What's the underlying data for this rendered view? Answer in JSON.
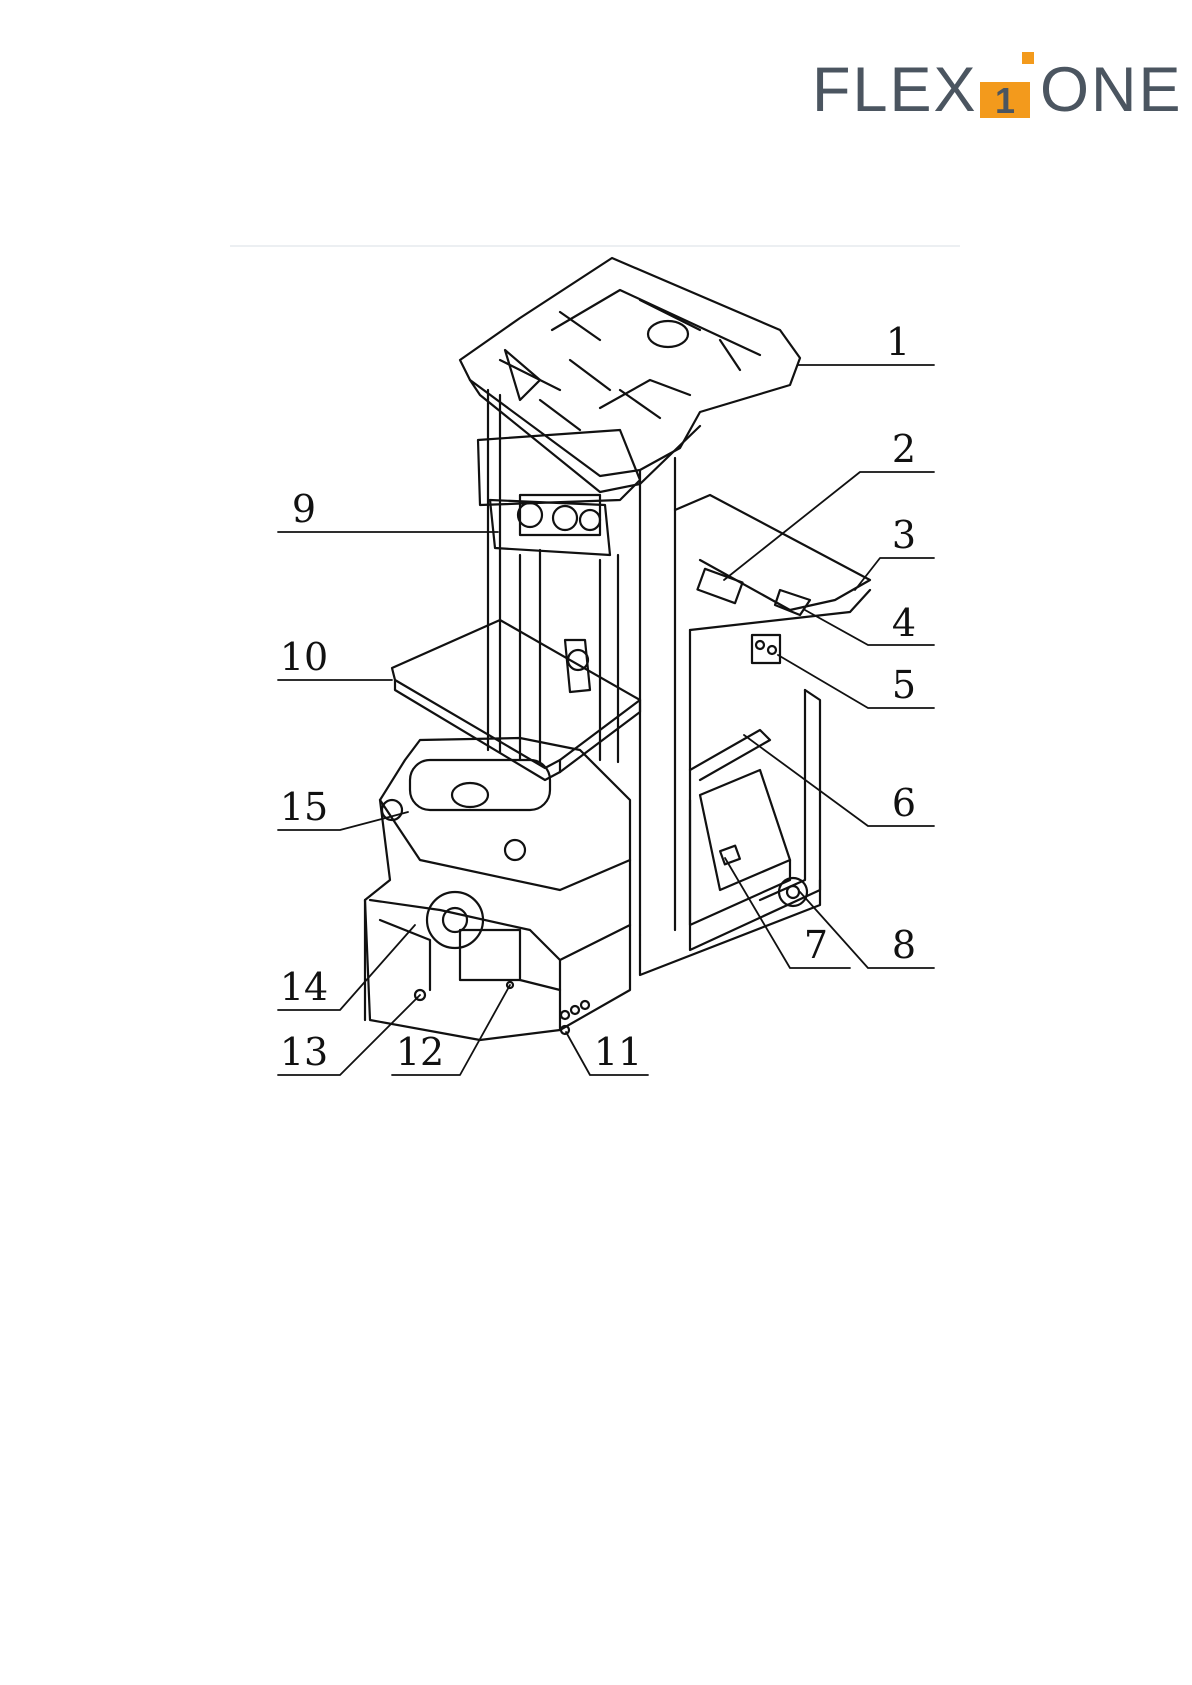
{
  "brand": {
    "name_part1": "FLEX",
    "name_number": "1",
    "name_part2": "ONE",
    "accent_color": "#f39a1c",
    "text_color": "#4b5560"
  },
  "callouts": [
    "1",
    "2",
    "3",
    "4",
    "5",
    "6",
    "7",
    "8",
    "9",
    "10",
    "11",
    "12",
    "13",
    "14",
    "15"
  ]
}
